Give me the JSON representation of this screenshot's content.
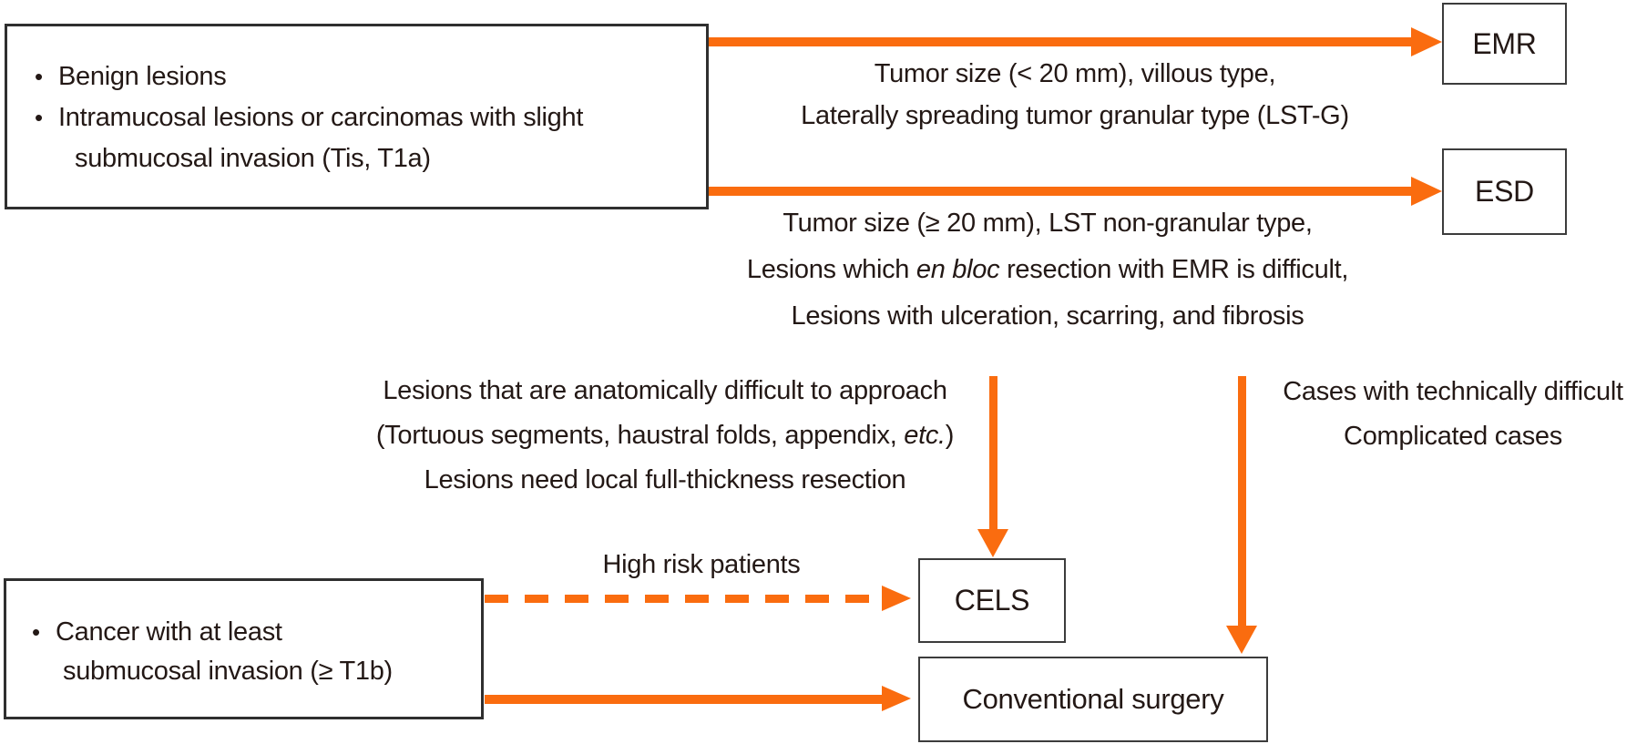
{
  "glyphs": {
    "bullet": "•"
  },
  "colors": {
    "arrow_orange": "#FA6C0F",
    "box_border": "#3C3C3C",
    "text": "#231815"
  },
  "boxes": {
    "indications_top": {
      "bullet1": "Benign lesions",
      "bullet2_line1": "Intramucosal lesions or carcinomas with slight",
      "bullet2_line2": "submucosal invasion (Tis, T1a)"
    },
    "cancer_bottom": {
      "bullet1_line1": "Cancer with at least",
      "bullet1_line2": "submucosal invasion (≥ T1b)"
    },
    "emr": {
      "label": "EMR"
    },
    "esd": {
      "label": "ESD"
    },
    "cels": {
      "label": "CELS"
    },
    "conventional": {
      "label": "Conventional surgery"
    }
  },
  "annotations": {
    "emr_criteria": {
      "line1": "Tumor size (< 20 mm), villous type,",
      "line2": "Laterally spreading tumor granular type (LST-G)"
    },
    "esd_criteria": {
      "line1": "Tumor size (≥ 20 mm), LST non-granular type,",
      "line2_pre": "Lesions which ",
      "line2_italic": "en bloc",
      "line2_post": " resection with EMR is difficult,",
      "line3": "Lesions with ulceration, scarring, and fibrosis"
    },
    "cels_criteria": {
      "line1": "Lesions that are anatomically difficult to approach",
      "line2_pre": "(Tortuous segments, haustral folds, appendix, ",
      "line2_italic": "etc.",
      "line2_post": ")",
      "line3": "Lesions need local full-thickness resection"
    },
    "surgery_criteria": {
      "line1": "Cases with technically difficult",
      "line2": "Complicated cases"
    },
    "high_risk_label": "High risk patients"
  }
}
